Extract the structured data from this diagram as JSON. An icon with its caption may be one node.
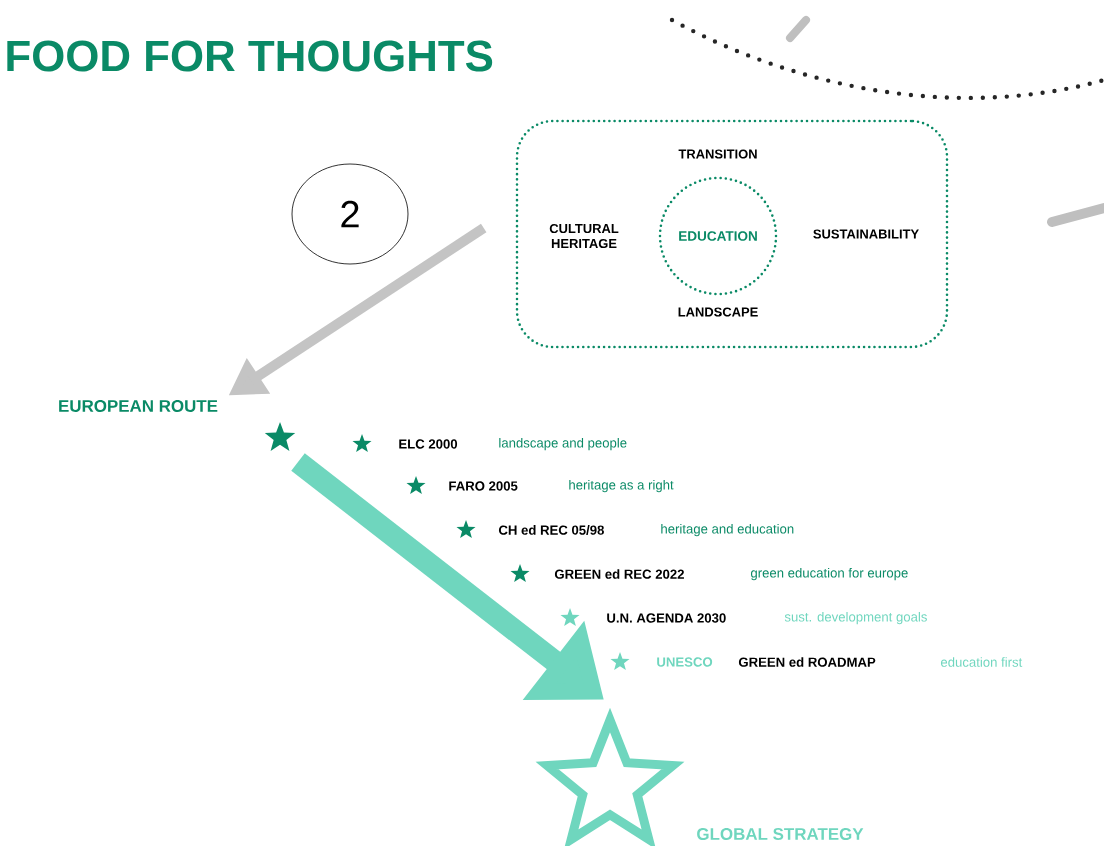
{
  "diagram": {
    "title": "FOOD FOR THOUGHTS",
    "nodes": [
      {
        "text": [
          "2"
        ]
      },
      {
        "text": [
          "TRANSITION",
          "CULTURAL HERITAGE",
          "SUSTAINABILITY",
          "LANDSCAPE"
        ]
      },
      {
        "text": [
          "EDUCATION"
        ],
        "in": 1
      },
      {
        "text": [
          "EUROPEAN ROUTE"
        ]
      },
      {
        "text": [],
        "shape": "star"
      },
      {
        "text": [],
        "shape": "star",
        "beside": [
          "GLOBAL STRATEGY"
        ]
      }
    ],
    "edges": [
      {
        "from": 1,
        "to": 3,
        "arrow": "to",
        "color": "#c4c4c4"
      },
      {
        "from": 4,
        "to": 5,
        "arrow": "to",
        "style": "thick",
        "color": "#6fd6be"
      }
    ],
    "labels": [
      "ELC 2000",
      "landscape and people",
      "FARO 2005",
      "heritage as a right",
      "CH ed REC 05/98",
      "heritage and education",
      "GREEN ed REC 2022",
      "green education for europe",
      "U.N. AGENDA 2030",
      "sust. development goals",
      "UNESCO",
      "GREEN ed ROADMAP",
      "education first"
    ]
  }
}
